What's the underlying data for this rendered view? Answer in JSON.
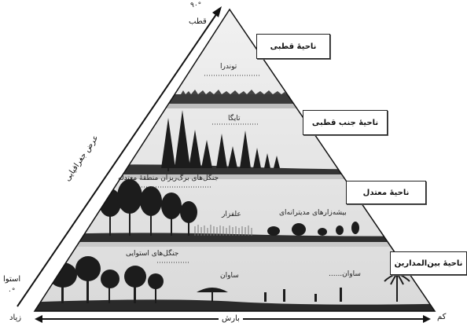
{
  "zones": {
    "polar": "ناحیهٔ قطبی",
    "subpolar": "ناحیهٔ جنب قطبی",
    "temperate": "ناحیهٔ معتدل",
    "tropical": "ناحیهٔ بین‌المدارین"
  },
  "biomes": {
    "tundra": "توندرا",
    "taiga": "تایگا",
    "deciduous": "جنگل‌های برگ‌ریزان منطقهٔ معتدله",
    "grassland": "علفزار",
    "mediterranean": "بیشه‌زارهای مدیترانه‌ای",
    "rainforest": "جنگل‌های استوایی",
    "savanna": "ساوان",
    "savanna_dots": "ساوان......"
  },
  "axes": {
    "latitude_label": "عرض جغرافیایی",
    "top_value": "۹۰°",
    "top_name": "قطب",
    "bottom_name": "استوا",
    "bottom_value": "۰°",
    "precip_label": "بارش",
    "precip_high": "زیاد",
    "precip_low": "کم"
  },
  "colors": {
    "sky": "#e8e8e8",
    "ground": "#2e2e2e",
    "tree": "#1c1c1c"
  }
}
